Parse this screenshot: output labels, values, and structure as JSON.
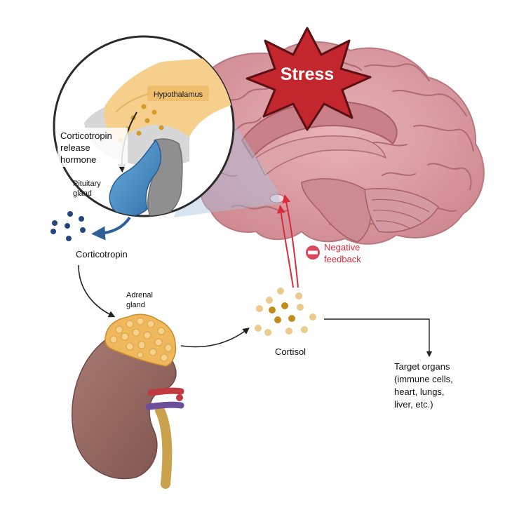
{
  "labels": {
    "stress": "Stress",
    "hypothalamus": "Hypothalamus",
    "crh": [
      "Corticotropin",
      "release",
      "hormone"
    ],
    "pituitary": [
      "Pituitary",
      "gland"
    ],
    "corticotropin": "Corticotropin",
    "adrenal": [
      "Adrenal",
      "gland"
    ],
    "cortisol": "Cortisol",
    "negative_feedback": [
      "Negative",
      "feedback"
    ],
    "target_organs": [
      "Target organs",
      "(immune cells,",
      "heart, lungs,",
      "liver, etc.)"
    ]
  },
  "colors": {
    "brain": "#d9959c",
    "brain_dark": "#b86e76",
    "stress_star": "#c3262d",
    "feedback_red": "#d92b3a",
    "pituitary_blue": "#4a90c8",
    "corticotropin_dots": "#24457e",
    "kidney": "#9a6a64",
    "adrenal": "#f0b85c",
    "cortisol_light": "#ecc98c",
    "cortisol_dark": "#c08d1a"
  }
}
